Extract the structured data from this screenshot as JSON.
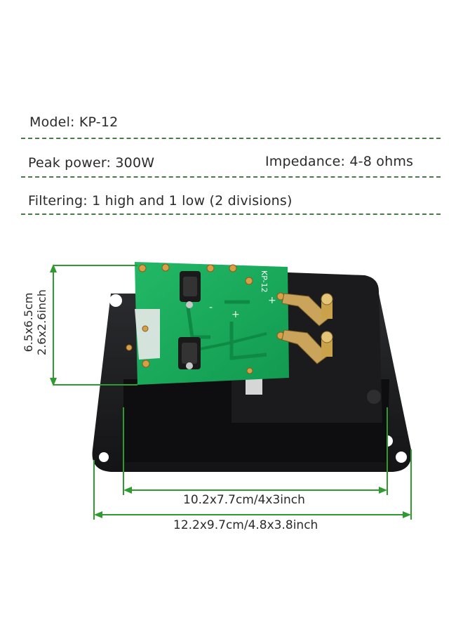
{
  "specs": {
    "model": "Model: KP-12",
    "peak_power": "Peak power: 300W",
    "impedance": "Impedance: 4-8 ohms",
    "filtering": "Filtering: 1 high and 1 low (2 divisions)"
  },
  "board_label": "KP-12",
  "dimensions": {
    "height_line1": "6.5x6.5cm",
    "height_line2": "2.6x2.6inch",
    "inner_width": "10.2x7.7cm/4x3inch",
    "outer_width": "12.2x9.7cm/4.8x3.8inch"
  },
  "colors": {
    "rule": "#4a7a4a",
    "dimension_line": "#2f9a2f",
    "pcb": "#1aa85a",
    "plate": "#1c1c1e"
  }
}
